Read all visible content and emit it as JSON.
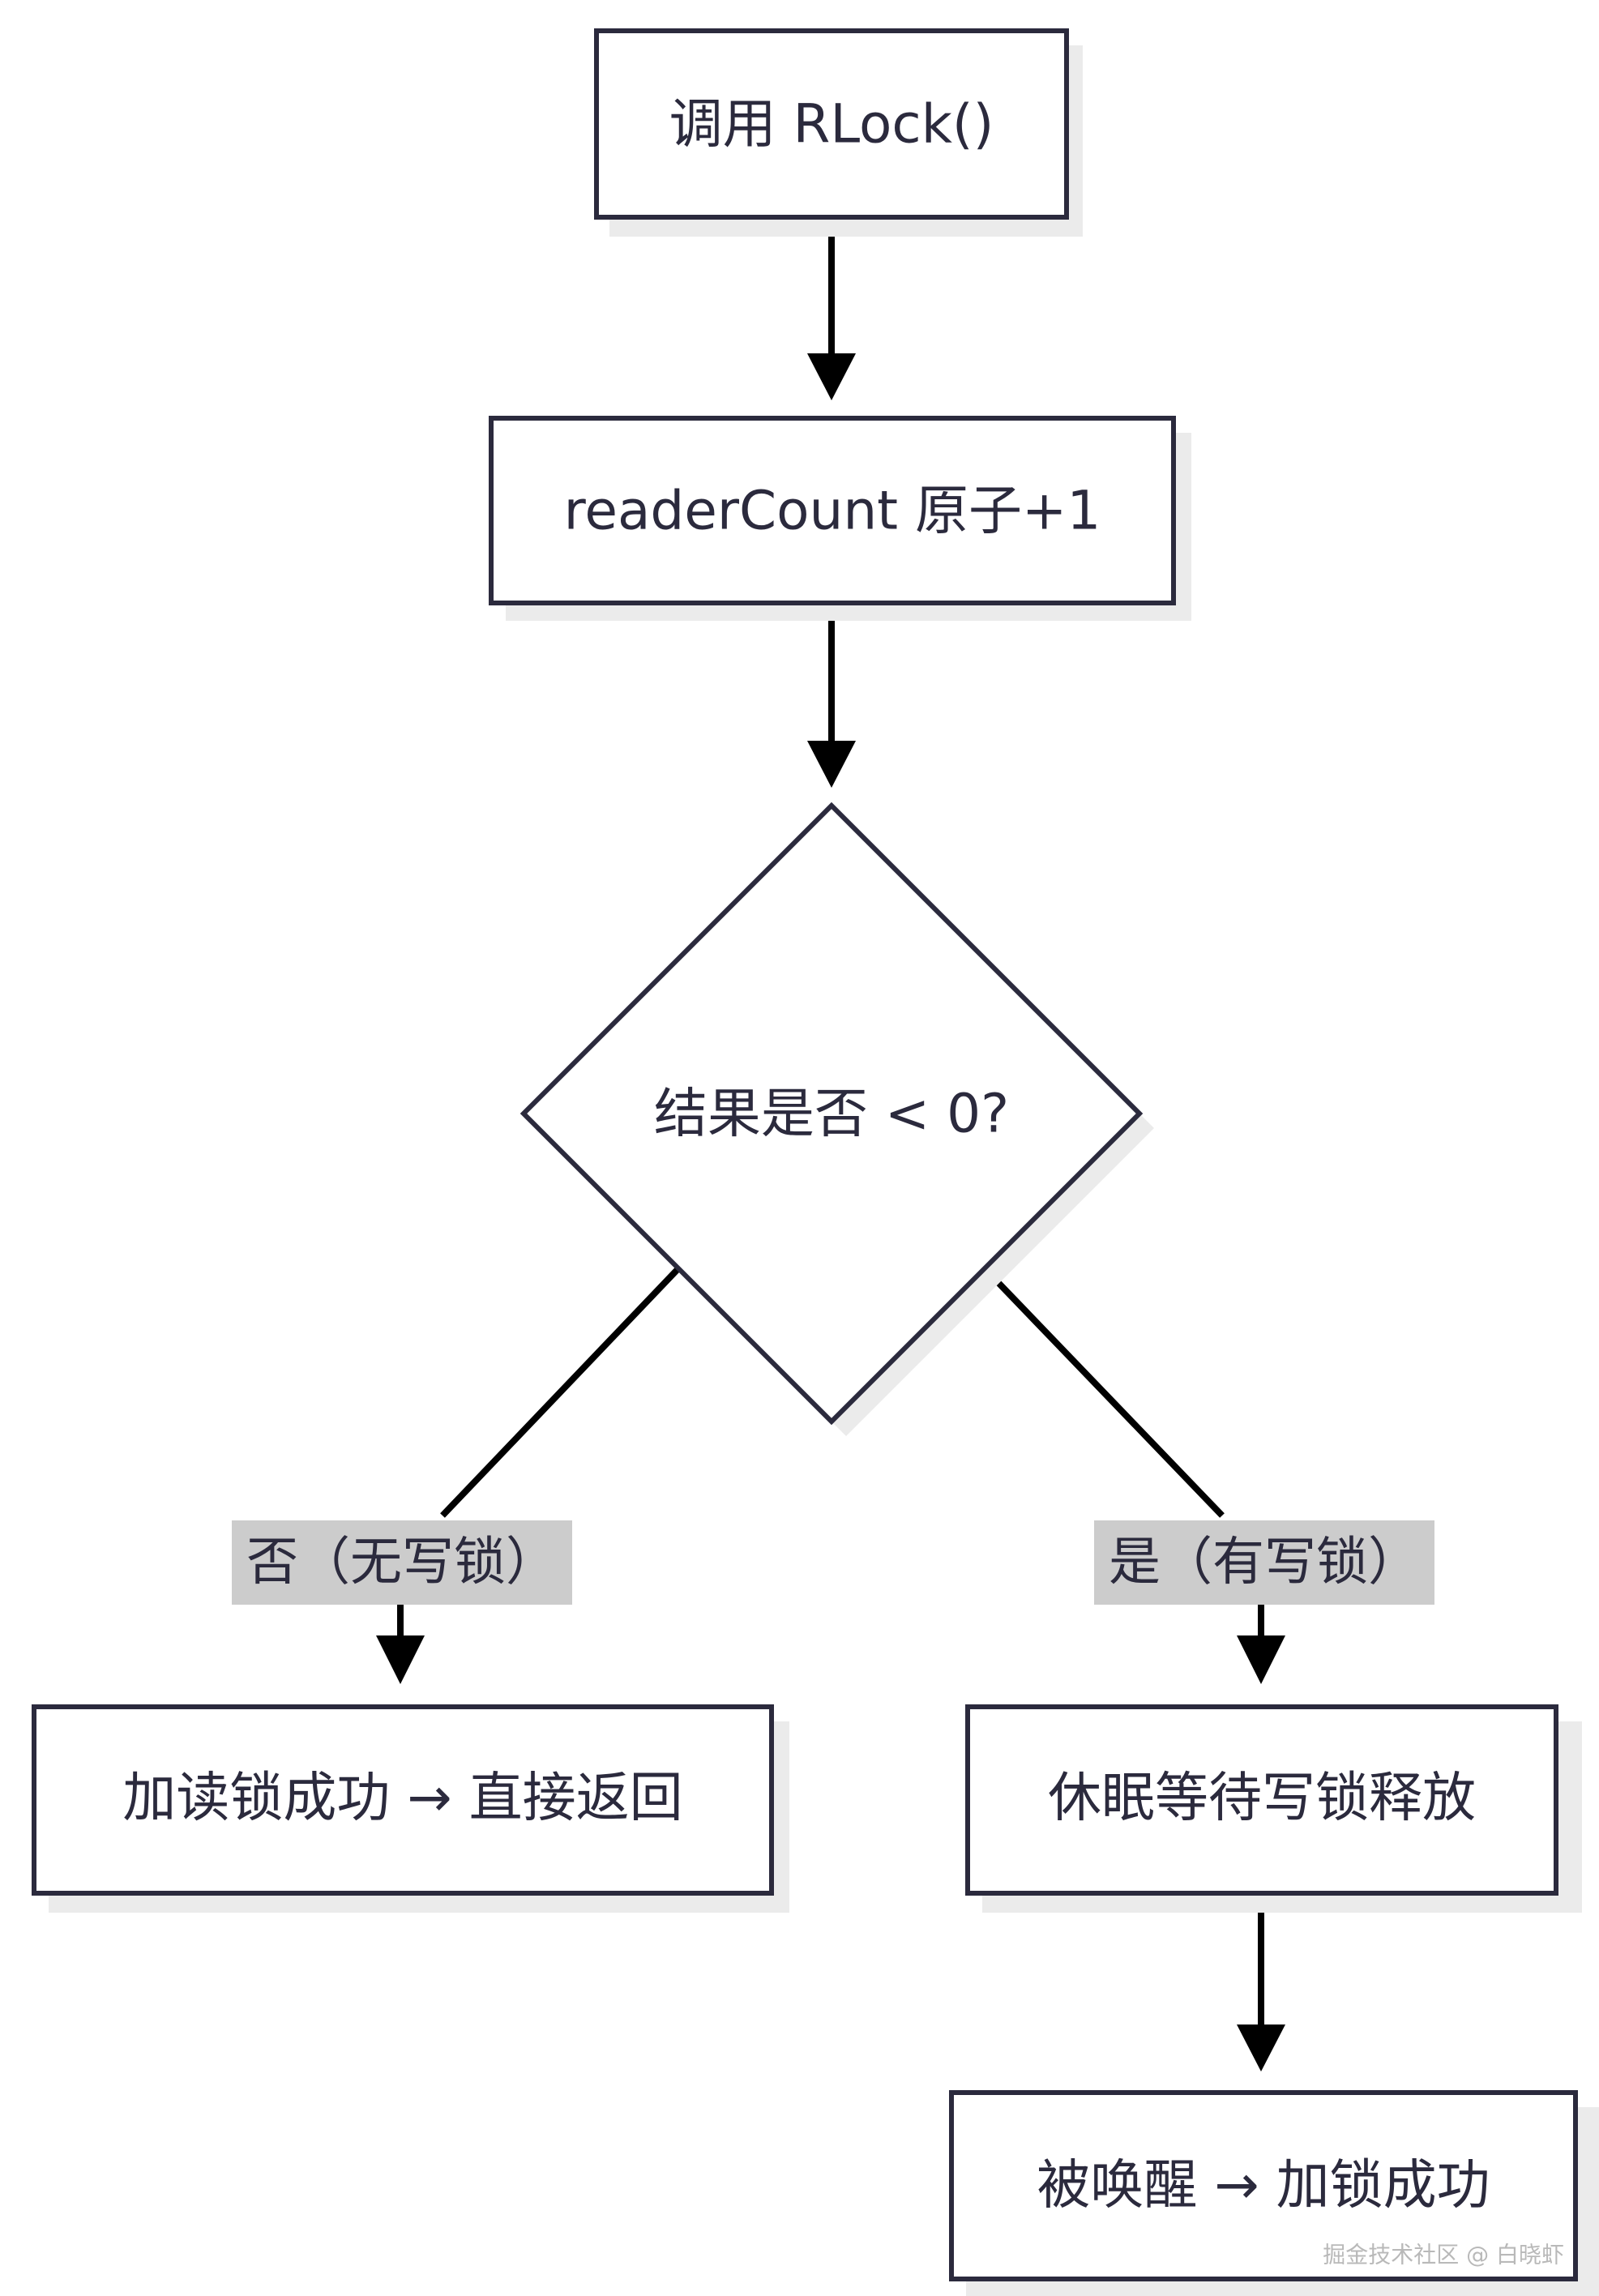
{
  "nodes": {
    "call_rlock": "调用 RLock()",
    "reader_count": "readerCount 原子+1",
    "decision": "结果是否 < 0?",
    "read_lock_success": "加读锁成功 → 直接返回",
    "sleep_wait": "休眠等待写锁释放",
    "woken_up": "被唤醒 → 加锁成功"
  },
  "edges": {
    "no_label": "否（无写锁）",
    "yes_label": "是（有写锁）"
  },
  "watermark": "掘金技术社区 @ 白晓虾",
  "colors": {
    "stroke": "#2b2a3d",
    "arrow": "#000000",
    "shadow": "#ebebeb",
    "label_bg": "#cccccc"
  }
}
